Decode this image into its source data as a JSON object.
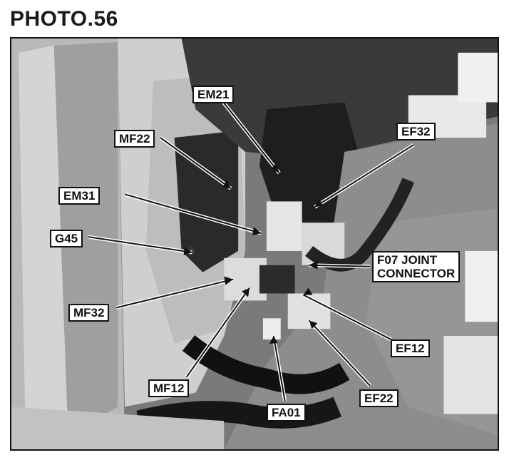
{
  "title": "PHOTO.56",
  "labels": {
    "em21": "EM21",
    "mf22": "MF22",
    "ef32": "EF32",
    "em31": "EM31",
    "g45": "G45",
    "f07_line1": "F07 JOINT",
    "f07_line2": "CONNECTOR",
    "mf32": "MF32",
    "ef12": "EF12",
    "mf12": "MF12",
    "ef22": "EF22",
    "fa01": "FA01"
  }
}
